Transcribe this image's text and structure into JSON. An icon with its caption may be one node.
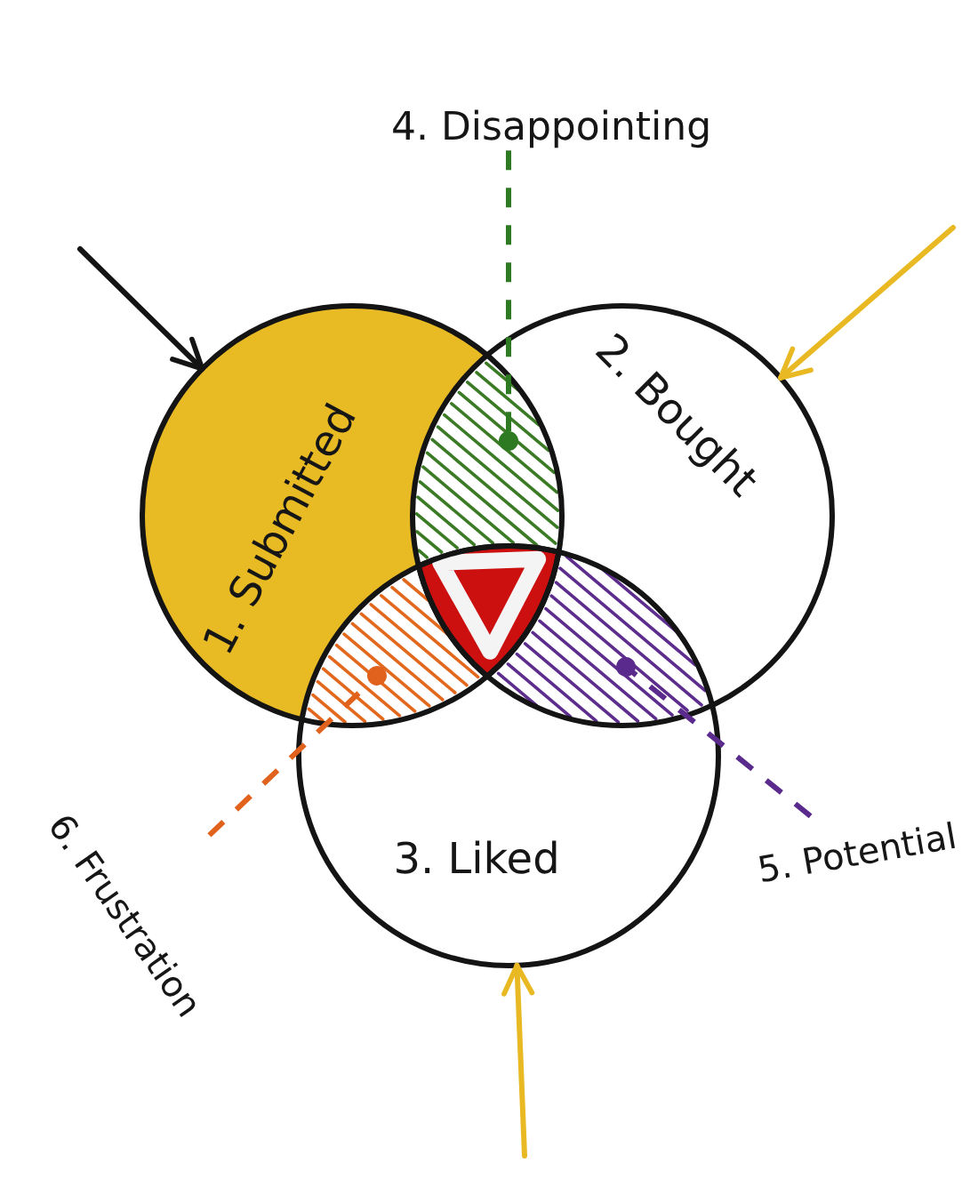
{
  "diagram": {
    "nodes": [
      {
        "text": [
          "4. Disappointing"
        ]
      },
      {
        "text": [
          "1. Submitted"
        ]
      },
      {
        "text": [
          "2. Bought"
        ]
      },
      {
        "text": [],
        "shape": "lens"
      },
      {
        "text": [],
        "shape": "lens"
      },
      {
        "text": [],
        "shape": "lens"
      },
      {
        "text": [
          "3. Liked"
        ]
      },
      {
        "text": [
          "6. Frustration"
        ]
      },
      {
        "text": [
          "5. Potential"
        ]
      }
    ],
    "edges": [
      {
        "from": null,
        "to": 1,
        "arrow": "to",
        "color": "#141414"
      },
      {
        "from": null,
        "to": 2,
        "arrow": "to",
        "color": "#e8b923"
      },
      {
        "from": null,
        "to": 6,
        "arrow": "to",
        "color": "#e8b923"
      },
      {
        "from": 0,
        "to": 3,
        "arrow": "other",
        "style": "dashed",
        "color": "#2e7a22"
      },
      {
        "from": 7,
        "to": 4,
        "arrow": "other",
        "style": "dashed",
        "color": "#e0621c"
      },
      {
        "from": 8,
        "to": 5,
        "arrow": "other",
        "style": "dashed",
        "color": "#5a2a8c"
      }
    ]
  }
}
